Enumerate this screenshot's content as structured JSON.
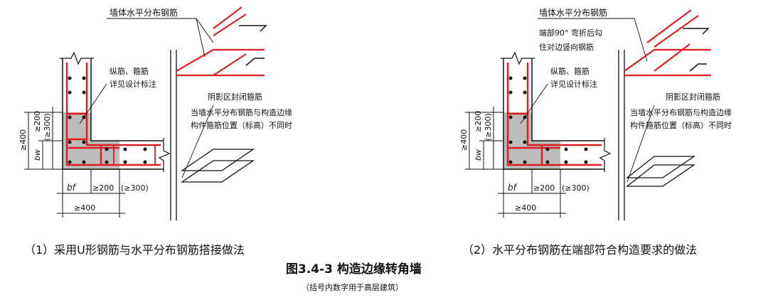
{
  "panel1": {
    "caption": "（1）采用U形钢筋与水平分布钢筋搭接做法",
    "label_wall_horizontal": "墙体水平分布钢筋",
    "label_longitudinal": "纵筋、箍筋",
    "label_see_design": "详见设计标注",
    "label_shaded_hoop": "阴影区封闭箍筋",
    "label_when_line1": "当墙水平分布钢筋与构造边缘",
    "label_when_line2": "构件箍筋位置（标高）不同时",
    "dim_400_left": "≥400",
    "dim_bw": "bw",
    "dim_200_left": "≥200",
    "dim_300_left": "(≥300)",
    "dim_bf": "bf",
    "dim_200_bottom": "≥200",
    "dim_300_bottom": "(≥300)",
    "dim_400_bottom": "≥400"
  },
  "panel2": {
    "caption": "（2）水平分布钢筋在端部符合构造要求的做法",
    "label_wall_horizontal": "墙体水平分布钢筋",
    "label_end_line1": "端部90° 弯折后勾",
    "label_end_line2": "住对边竖向钢筋",
    "label_longitudinal": "纵筋、箍筋",
    "label_see_design": "详见设计标注",
    "label_shaded_hoop": "阴影区封闭箍筋",
    "label_when_line1": "当墙水平分布钢筋与构造边缘",
    "label_when_line2": "构件箍筋位置（标高）不同时",
    "dim_400_left": "≥400",
    "dim_bw": "bw",
    "dim_200_left": "≥200",
    "dim_300_left": "(≥300)",
    "dim_bf": "bf",
    "dim_200_bottom": "≥200",
    "dim_300_bottom": "(≥300)",
    "dim_400_bottom": "≥400"
  },
  "figure_title": "图3.4-3 构造边缘转角墙",
  "figure_note": "（括号内数字用于高层建筑）",
  "colors": {
    "rebar": "#e11d24",
    "line": "#111111",
    "shade": "#bdbdbd"
  }
}
